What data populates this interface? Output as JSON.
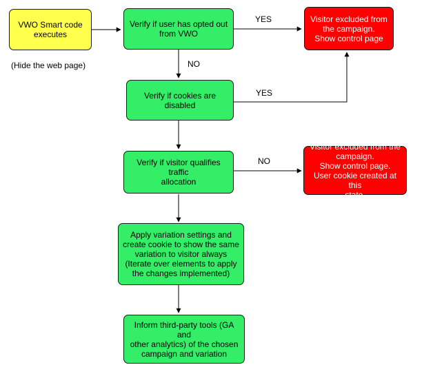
{
  "colors": {
    "start": "#ffff4d",
    "step": "#33ee66",
    "stop": "#ff0000",
    "stop_text": "#ffffff",
    "stroke": "#1a1a1a"
  },
  "nodes": {
    "start": "VWO Smart code\nexecutes",
    "opt_out": "Verify if user has opted out\nfrom VWO",
    "excluded_1": "Visitor excluded from\nthe campaign.\nShow control page",
    "cookies": "Verify if cookies are\ndisabled",
    "traffic": "Verify if visitor qualifies traffic\nallocation",
    "excluded_2": "Visitor excluded from the\ncampaign.\nShow control page.\nUser cookie created at this\nstate.",
    "apply": "Apply variation settings and\ncreate cookie to show the same\nvariation to visitor always\n(Iterate over elements to apply\nthe changes implemented)",
    "inform": "Inform third-party tools (GA and\nother analytics) of the chosen\ncampaign and variation"
  },
  "labels": {
    "hide_page": "(Hide the web page)",
    "yes_1": "YES",
    "no_1": "NO",
    "yes_2": "YES",
    "no_2": "NO"
  }
}
